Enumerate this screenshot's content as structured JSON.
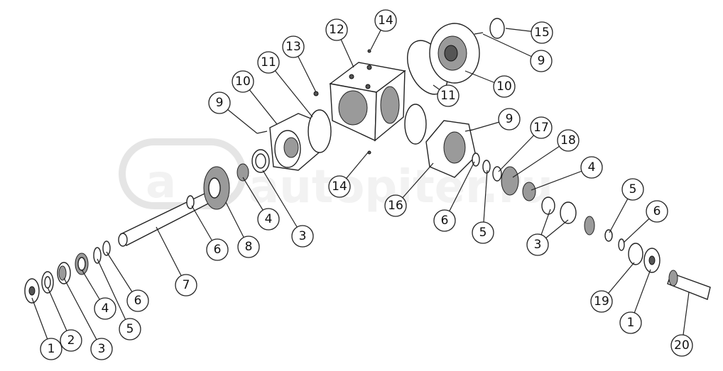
{
  "diagram": {
    "watermark": "autopiter.ru",
    "watermark_logo": "a",
    "callouts": [
      "1",
      "2",
      "3",
      "4",
      "5",
      "6",
      "7",
      "6",
      "8",
      "4",
      "3",
      "9",
      "10",
      "11",
      "13",
      "12",
      "14",
      "14",
      "16",
      "15",
      "9",
      "10",
      "11",
      "9",
      "17",
      "18",
      "4",
      "6",
      "5",
      "5",
      "6",
      "3",
      "3",
      "19",
      "1",
      "20"
    ]
  }
}
